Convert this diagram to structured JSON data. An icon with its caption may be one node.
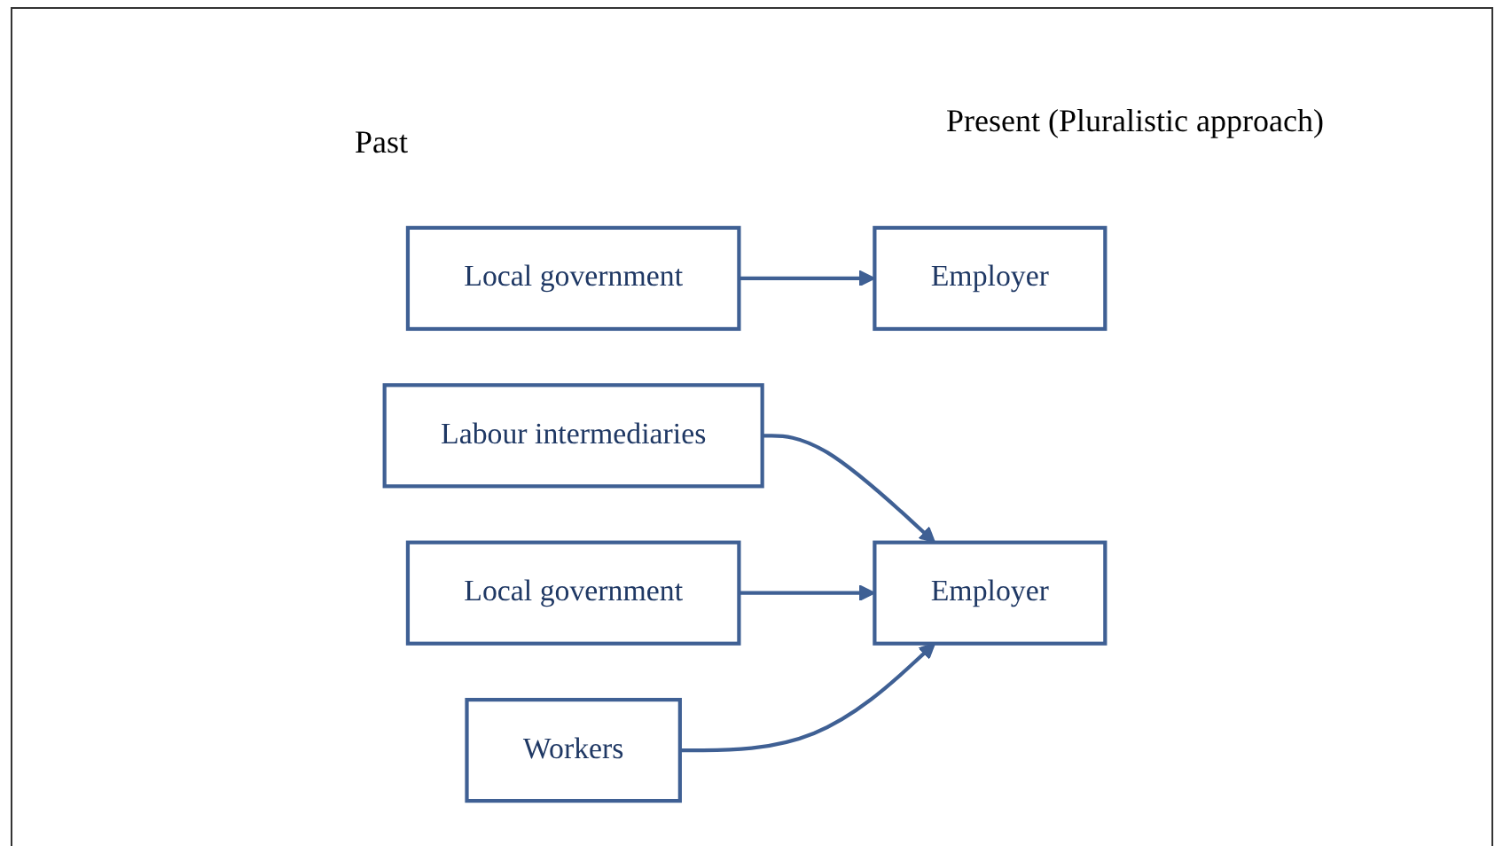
{
  "diagram": {
    "nodes": [
      {
        "text": [
          "Local government"
        ]
      },
      {
        "text": [
          "Employer"
        ]
      },
      {
        "text": [
          "Labour intermediaries"
        ]
      },
      {
        "text": [
          "Local government"
        ]
      },
      {
        "text": [
          "Workers"
        ]
      },
      {
        "text": [
          "Employer"
        ]
      }
    ],
    "edges": [
      {
        "from": 0,
        "to": 1,
        "arrow": "to"
      },
      {
        "from": 2,
        "to": 5,
        "arrow": "to"
      },
      {
        "from": 3,
        "to": 5,
        "arrow": "to"
      },
      {
        "from": 4,
        "to": 5,
        "arrow": "to"
      }
    ],
    "labels": [
      "Past",
      "Present (Pluralistic approach)"
    ]
  }
}
